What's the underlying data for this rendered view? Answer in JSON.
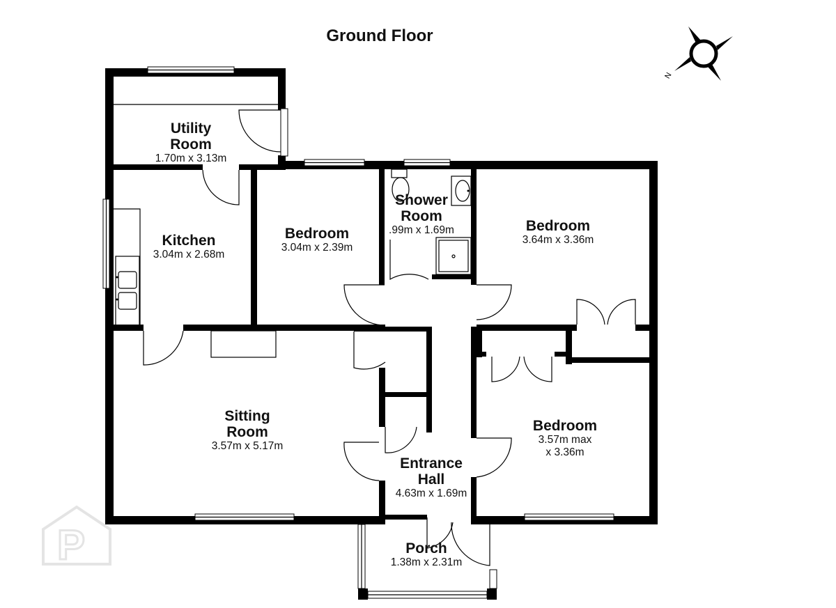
{
  "plan": {
    "title": "Ground Floor",
    "compass_label": "N",
    "rooms": [
      {
        "id": "utility",
        "name_lines": [
          "Utility",
          "Room"
        ],
        "dimensions": [
          "1.70m x 3.13m"
        ]
      },
      {
        "id": "kitchen",
        "name_lines": [
          "Kitchen"
        ],
        "dimensions": [
          "3.04m x 2.68m"
        ]
      },
      {
        "id": "bedroom-1",
        "name_lines": [
          "Bedroom"
        ],
        "dimensions": [
          "3.04m x 2.39m"
        ]
      },
      {
        "id": "shower",
        "name_lines": [
          "Shower",
          "Room"
        ],
        "dimensions": [
          ".99m x 1.69m"
        ]
      },
      {
        "id": "bedroom-2",
        "name_lines": [
          "Bedroom"
        ],
        "dimensions": [
          "3.64m x 3.36m"
        ]
      },
      {
        "id": "bedroom-3",
        "name_lines": [
          "Bedroom"
        ],
        "dimensions": [
          "3.57m max",
          "x 3.36m"
        ]
      },
      {
        "id": "sitting",
        "name_lines": [
          "Sitting",
          "Room"
        ],
        "dimensions": [
          "3.57m x 5.17m"
        ]
      },
      {
        "id": "hall",
        "name_lines": [
          "Entrance",
          "Hall"
        ],
        "dimensions": [
          "4.63m x 1.69m"
        ]
      },
      {
        "id": "porch",
        "name_lines": [
          "Porch"
        ],
        "dimensions": [
          "1.38m x 2.31m"
        ]
      }
    ]
  },
  "watermark": {
    "logo_text": "P"
  },
  "colors": {
    "wall": "#000000",
    "background": "#ffffff",
    "watermark": "#e6e6e6"
  }
}
